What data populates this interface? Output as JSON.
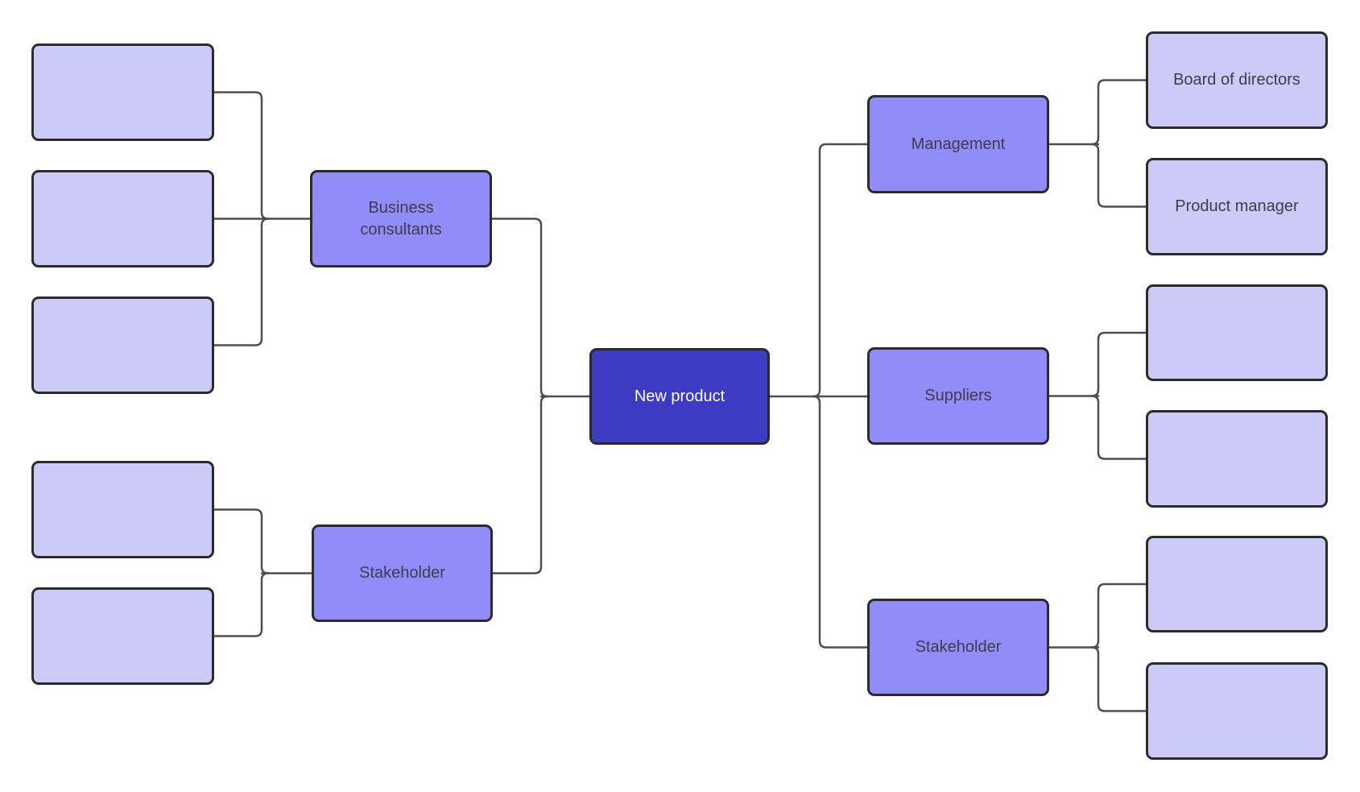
{
  "canvas": {
    "type": "mind-map",
    "background": "#ffffff"
  },
  "colors": {
    "root_fill": "#3d3bc3",
    "branch_fill": "#918df8",
    "leaf_fill": "#cccbf7",
    "node_border": "#2b2b2b",
    "connector": "#4e4e4e",
    "root_text": "#fdfdfd",
    "node_text": "#3d3d4b"
  },
  "nodes": {
    "root": {
      "label": "New product"
    },
    "business_consultants": {
      "label": "Business consultants"
    },
    "stakeholder_left": {
      "label": "Stakeholder"
    },
    "management": {
      "label": "Management"
    },
    "suppliers": {
      "label": "Suppliers"
    },
    "stakeholder_right": {
      "label": "Stakeholder"
    },
    "board_of_directors": {
      "label": "Board of directors"
    },
    "product_manager": {
      "label": "Product manager"
    },
    "bc_child_1": {
      "label": ""
    },
    "bc_child_2": {
      "label": ""
    },
    "bc_child_3": {
      "label": ""
    },
    "stakeholder_left_child_1": {
      "label": ""
    },
    "stakeholder_left_child_2": {
      "label": ""
    },
    "suppliers_child_1": {
      "label": ""
    },
    "suppliers_child_2": {
      "label": ""
    },
    "stakeholder_right_child_1": {
      "label": ""
    },
    "stakeholder_right_child_2": {
      "label": ""
    }
  }
}
